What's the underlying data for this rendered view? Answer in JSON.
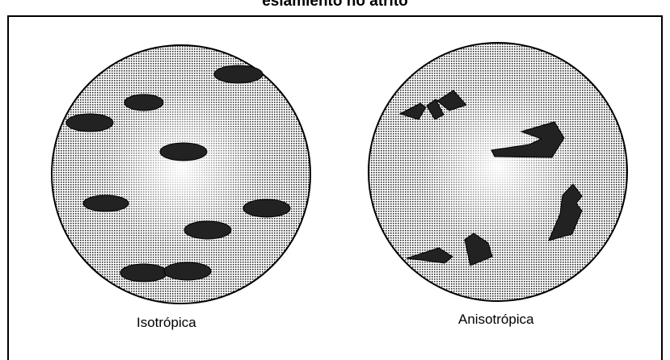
{
  "diagram": {
    "title": "eslamiento no atrito",
    "panels": [
      {
        "label": "Isotrópica"
      },
      {
        "label": "Anisotrópica"
      }
    ]
  }
}
